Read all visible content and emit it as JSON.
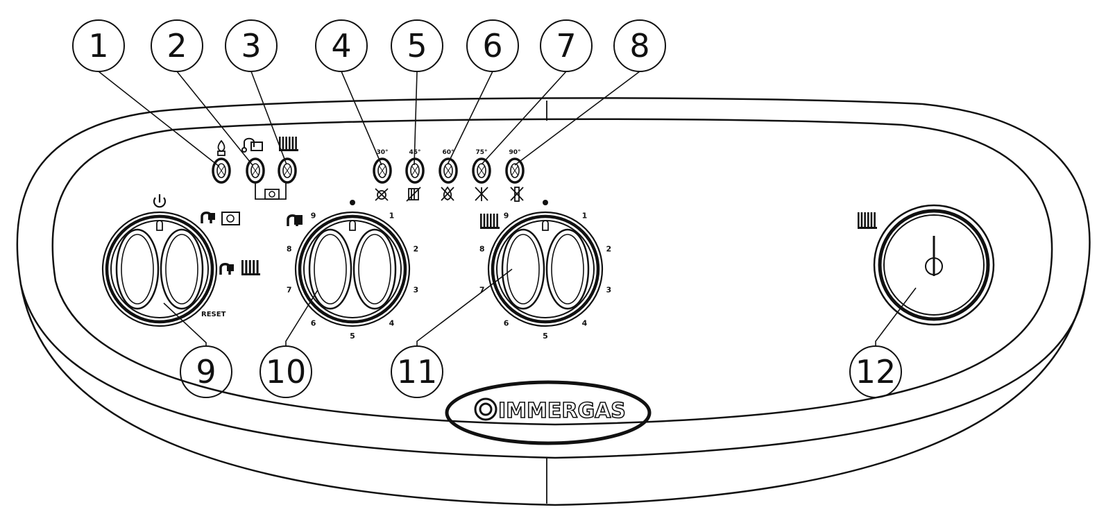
{
  "callouts": [
    "1",
    "2",
    "3",
    "4",
    "5",
    "6",
    "7",
    "8",
    "9",
    "10",
    "11",
    "12"
  ],
  "temperatures": [
    "30°",
    "45°",
    "60°",
    "75°",
    "90°"
  ],
  "dial_ticks": [
    "1",
    "2",
    "3",
    "4",
    "5",
    "6",
    "7",
    "8",
    "9"
  ],
  "reset_label": "RESET",
  "brand": "IMMERGAS",
  "icons": {
    "led1": "flame-icon",
    "led2": "tap-icon",
    "led3": "radiator-icon",
    "selector_top": "power-icon",
    "selector_right_top": "tap-clock-icon",
    "selector_right_bottom": "tap-radiator-icon",
    "dhw": "tap-icon",
    "heating": "radiator-icon",
    "gauge": "radiator-icon"
  },
  "colors": {
    "ink": "#111111",
    "background": "#ffffff"
  }
}
